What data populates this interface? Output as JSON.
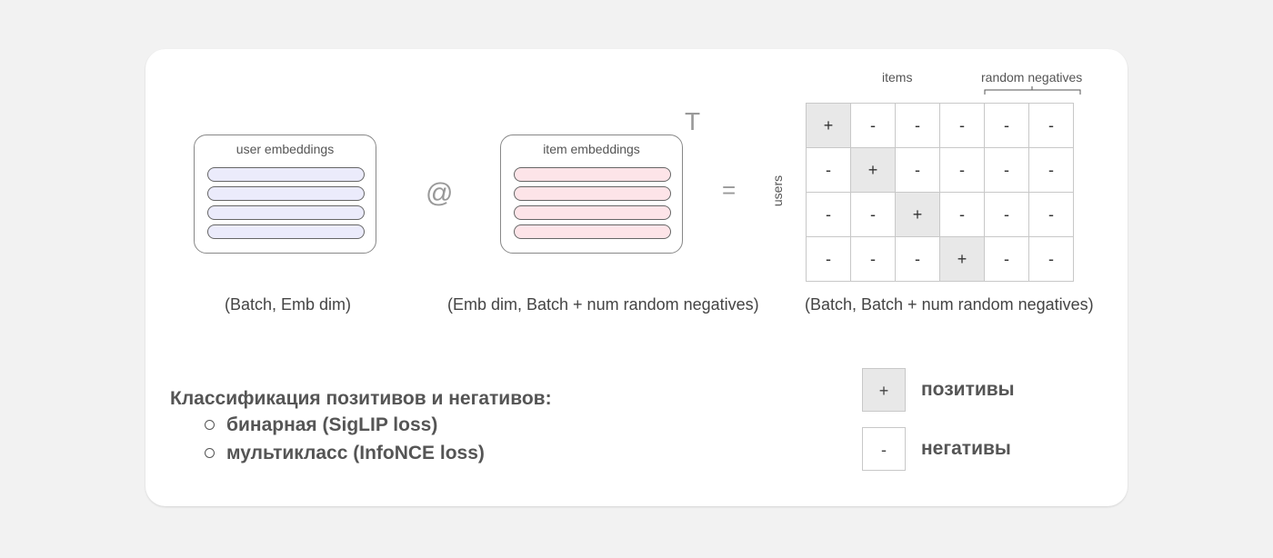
{
  "user_box": {
    "title": "user embeddings",
    "caption": "(Batch, Emb dim)"
  },
  "item_box": {
    "title": "item embeddings",
    "caption": "(Emb dim, Batch + num random negatives)",
    "transpose": "T"
  },
  "operators": {
    "matmul": "@",
    "equals": "="
  },
  "matrix": {
    "col_label_items": "items",
    "col_label_negatives": "random negatives",
    "row_label": "users",
    "caption": "(Batch, Batch + num random negatives)",
    "rows": [
      [
        "+",
        "-",
        "-",
        "-",
        "-",
        "-"
      ],
      [
        "-",
        "+",
        "-",
        "-",
        "-",
        "-"
      ],
      [
        "-",
        "-",
        "+",
        "-",
        "-",
        "-"
      ],
      [
        "-",
        "-",
        "-",
        "+",
        "-",
        "-"
      ]
    ]
  },
  "classification": {
    "title": "Классификация позитивов и негативов:",
    "items": [
      "бинарная (SigLIP loss)",
      "мультикласс (InfoNCE loss)"
    ]
  },
  "legend": {
    "positive_symbol": "+",
    "positive_label": "позитивы",
    "negative_symbol": "-",
    "negative_label": "негативы"
  },
  "colors": {
    "user_fill": "#ebebfb",
    "item_fill": "#fde4e8",
    "positive_fill": "#e8e8e8"
  }
}
